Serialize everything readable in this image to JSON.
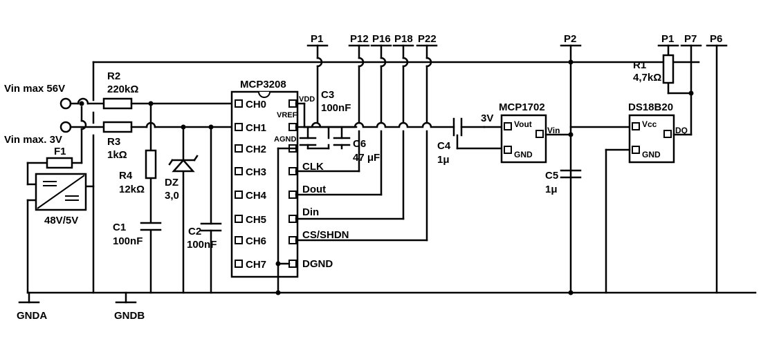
{
  "inputs": {
    "vin_high": "Vin max 56V",
    "vin_low": "Vin max. 3V"
  },
  "fuse": "F1",
  "converter": "48V/5V",
  "grounds": {
    "a": "GNDA",
    "b": "GNDB"
  },
  "resistors": {
    "r2": {
      "ref": "R2",
      "value": "220kΩ"
    },
    "r3": {
      "ref": "R3",
      "value": "1kΩ"
    },
    "r4": {
      "ref": "R4",
      "value": "12kΩ"
    },
    "r1": {
      "ref": "R1",
      "value": "4,7kΩ"
    }
  },
  "zener": {
    "ref": "DZ",
    "value": "3,0"
  },
  "capacitors": {
    "c1": {
      "ref": "C1",
      "value": "100nF"
    },
    "c2": {
      "ref": "C2",
      "value": "100nF"
    },
    "c3": {
      "ref": "C3",
      "value": "100nF"
    },
    "c6": {
      "ref": "C6",
      "value": "47 μF"
    },
    "c4": {
      "ref": "C4",
      "value": "1μ"
    },
    "c5": {
      "ref": "C5",
      "value": "1μ"
    }
  },
  "adc": {
    "name": "MCP3208",
    "left_pins": [
      "CH0",
      "CH1",
      "CH2",
      "CH3",
      "CH4",
      "CH5",
      "CH6",
      "CH7"
    ],
    "right_pins": {
      "vdd": "VDD",
      "vref": "VREF",
      "agnd": "AGND",
      "clk": "CLK",
      "dout": "Dout",
      "din": "Din",
      "cs": "CS/SHDN",
      "dgnd": "DGND"
    }
  },
  "regulator": {
    "name": "MCP1702",
    "vout": "Vout",
    "vin": "Vin",
    "gnd": "GND",
    "rail": "3V"
  },
  "sensor": {
    "name": "DS18B20",
    "vcc": "Vcc",
    "dq": "DQ",
    "gnd": "GND"
  },
  "headers": [
    "P1",
    "P12",
    "P16",
    "P18",
    "P22",
    "P2",
    "P1",
    "P7",
    "P6"
  ]
}
